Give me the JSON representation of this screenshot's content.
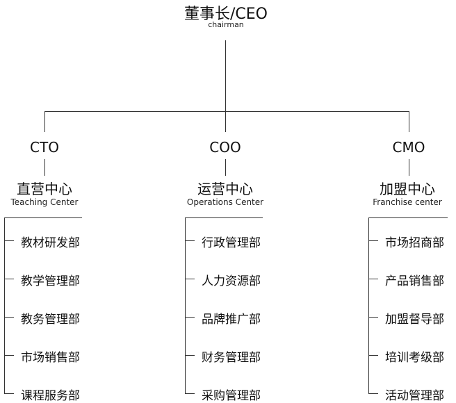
{
  "root": {
    "title": "董事长/CEO",
    "subtitle": "chairman"
  },
  "branches": [
    {
      "exec": "CTO",
      "center_cn": "直营中心",
      "center_en": "Teaching Center",
      "departments": [
        "教材研发部",
        "教学管理部",
        "教务管理部",
        "市场销售部",
        "课程服务部"
      ]
    },
    {
      "exec": "COO",
      "center_cn": "运营中心",
      "center_en": "Operations Center",
      "departments": [
        "行政管理部",
        "人力资源部",
        "品牌推广部",
        "财务管理部",
        "采购管理部"
      ]
    },
    {
      "exec": "CMO",
      "center_cn": "加盟中心",
      "center_en": "Franchise center",
      "departments": [
        "市场招商部",
        "产品销售部",
        "加盟督导部",
        "培训考级部",
        "活动管理部"
      ]
    }
  ]
}
